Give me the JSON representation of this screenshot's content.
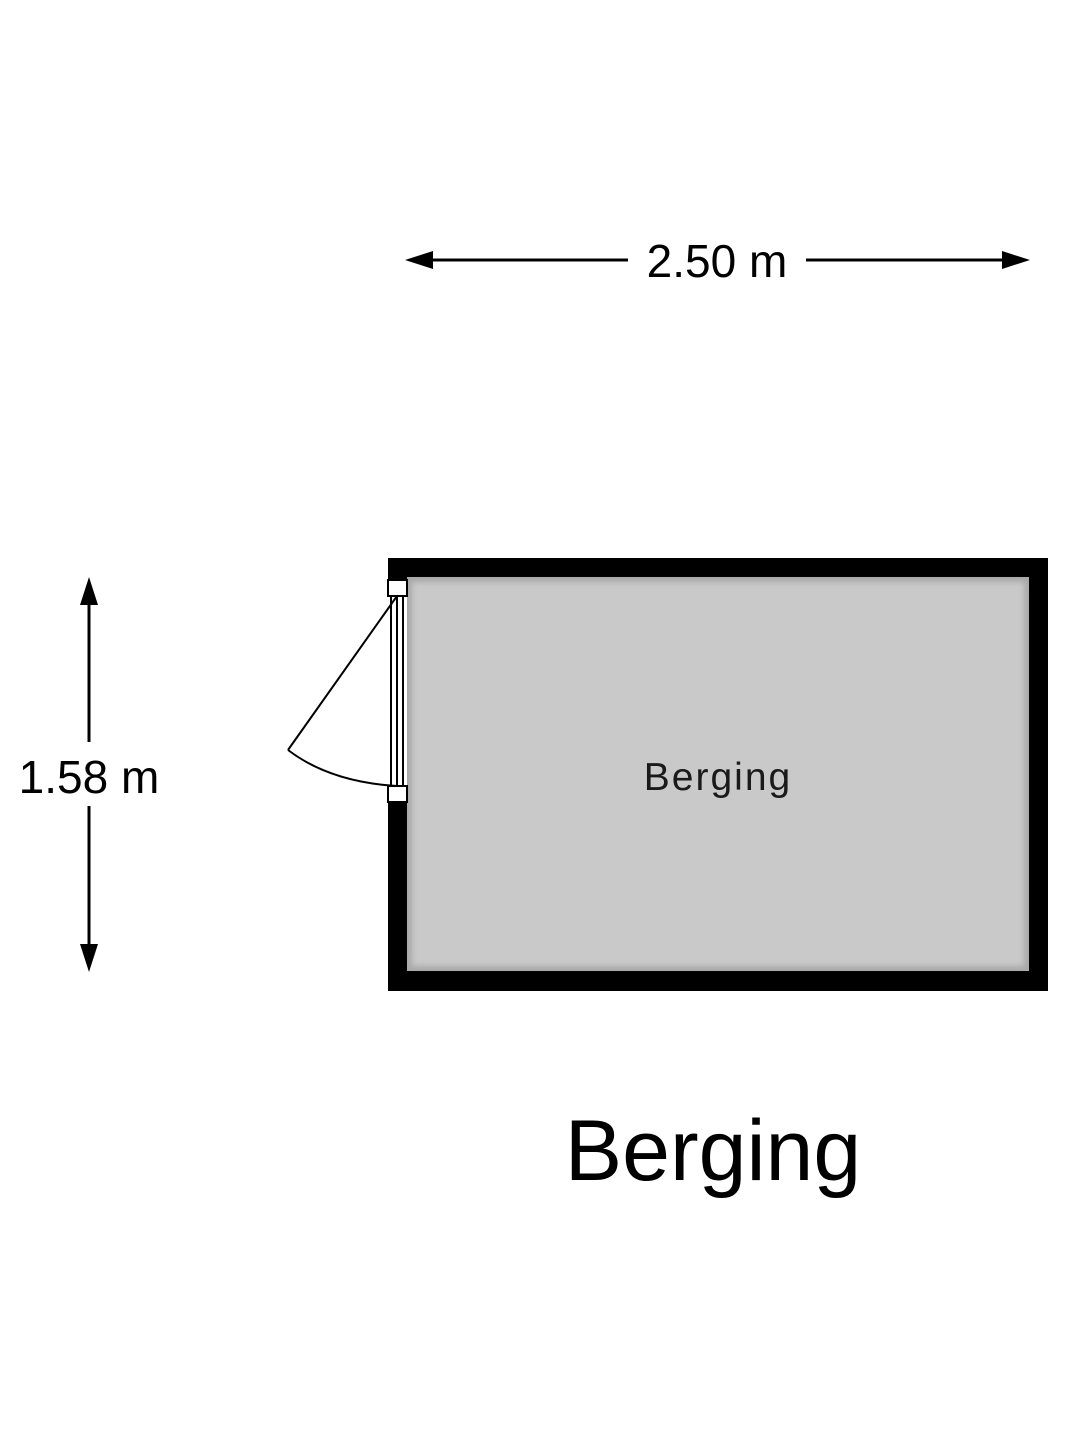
{
  "plan": {
    "width_label": "2.50 m",
    "height_label": "1.58 m",
    "room_label": "Berging",
    "title": "Berging"
  },
  "colors": {
    "wall": "#000000",
    "floor": "#c9c9c9",
    "background": "#ffffff"
  }
}
